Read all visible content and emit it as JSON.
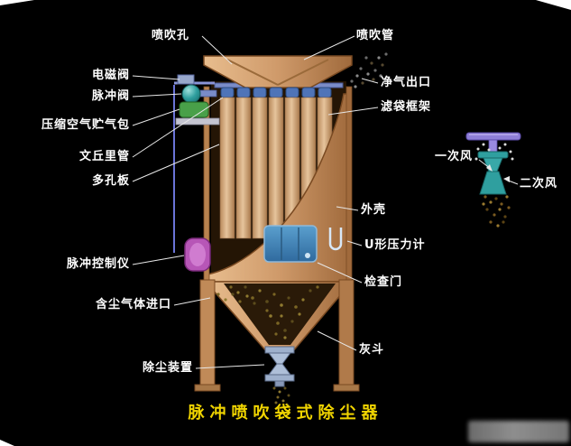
{
  "title": "脉冲喷吹袋式除尘器",
  "labels": {
    "injection_hole": "喷吹孔",
    "injection_pipe": "喷吹管",
    "solenoid_valve": "电磁阀",
    "pulse_valve": "脉冲阀",
    "air_reservoir": "压缩空气贮气包",
    "venturi_tube": "文丘里管",
    "perforated_plate": "多孔板",
    "pulse_controller": "脉冲控制仪",
    "dusty_gas_inlet": "含尘气体进口",
    "dust_removal_device": "除尘装置",
    "clean_gas_outlet": "净气出口",
    "filter_bag_frame": "滤袋框架",
    "shell": "外壳",
    "u_pressure_gauge": "U形压力计",
    "inspection_door": "检查门",
    "ash_hopper": "灰斗",
    "primary_air": "一次风",
    "secondary_air": "二次风"
  },
  "colors": {
    "background": "#000000",
    "label_text": "#ffffff",
    "title_text": "#f0d400",
    "vessel_tan": "#cf9a6a",
    "filter_bag_tan": "#d6ab80",
    "valve_teal": "#2f9f9f",
    "controller_purple": "#b756b7",
    "door_blue": "#3f7fae",
    "pipe_blue": "#7a8cc8",
    "reservoir_green": "#49a049",
    "distributor_purple": "#8f7fd8"
  }
}
